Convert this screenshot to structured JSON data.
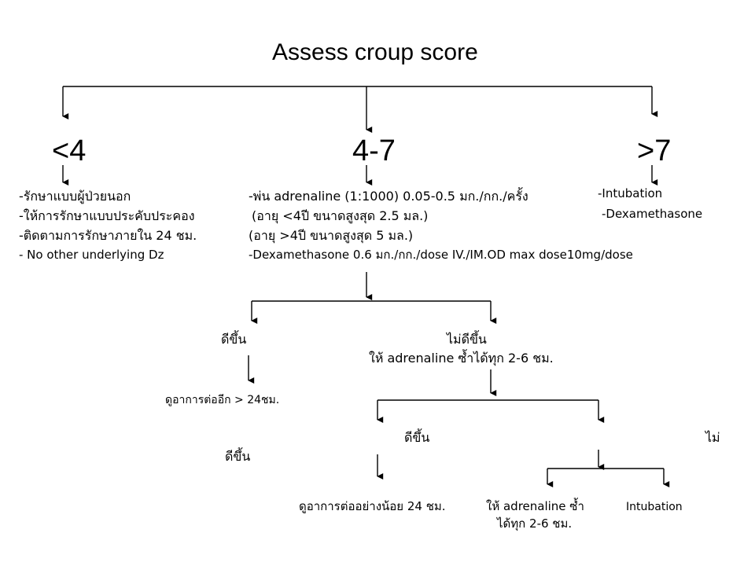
{
  "title": "Assess croup score",
  "branches": {
    "lt4": "<4",
    "mid": "4-7",
    "gt7": ">7"
  },
  "lt4_items": [
    "-รักษาแบบผู้ป่วยนอก",
    "-ให้การรักษาแบบประคับประคอง",
    "-ติดตามการรักษาภายใน 24 ชม.",
    "- No other underlying Dz"
  ],
  "mid_items": [
    "-พ่น adrenaline (1:1000) 0.05-0.5 มก./กก./ครั้ง",
    "(อายุ <4ปี ขนาดสูงสุด 2.5 มล.)",
    "(อายุ >4ปี ขนาดสูงสุด 5 มล.)",
    "-Dexamethasone  0.6 มก./กก./dose IV./IM.OD  max dose10mg/dose"
  ],
  "gt7_items": [
    "-Intubation",
    "-Dexamethasone"
  ],
  "level1": {
    "better": "ดีขึ้น",
    "not_better": "ไม่ดีขึ้น",
    "repeat_adrenaline": "ให้ adrenaline ซ้ำได้ทุก 2-6 ชม.",
    "observe": "ดูอาการต่ออีก > 24ชม."
  },
  "level2": {
    "better": "ดีขึ้น",
    "not_better_part1": "ไม่",
    "not_better_part2": "ดีขึ้น",
    "observe_least": "ดูอาการต่ออย่างน้อย 24 ชม.",
    "repeat_line1": "ให้ adrenaline ซ้ำ",
    "repeat_line2": "ได้ทุก 2-6 ชม.",
    "intubation": "Intubation"
  }
}
